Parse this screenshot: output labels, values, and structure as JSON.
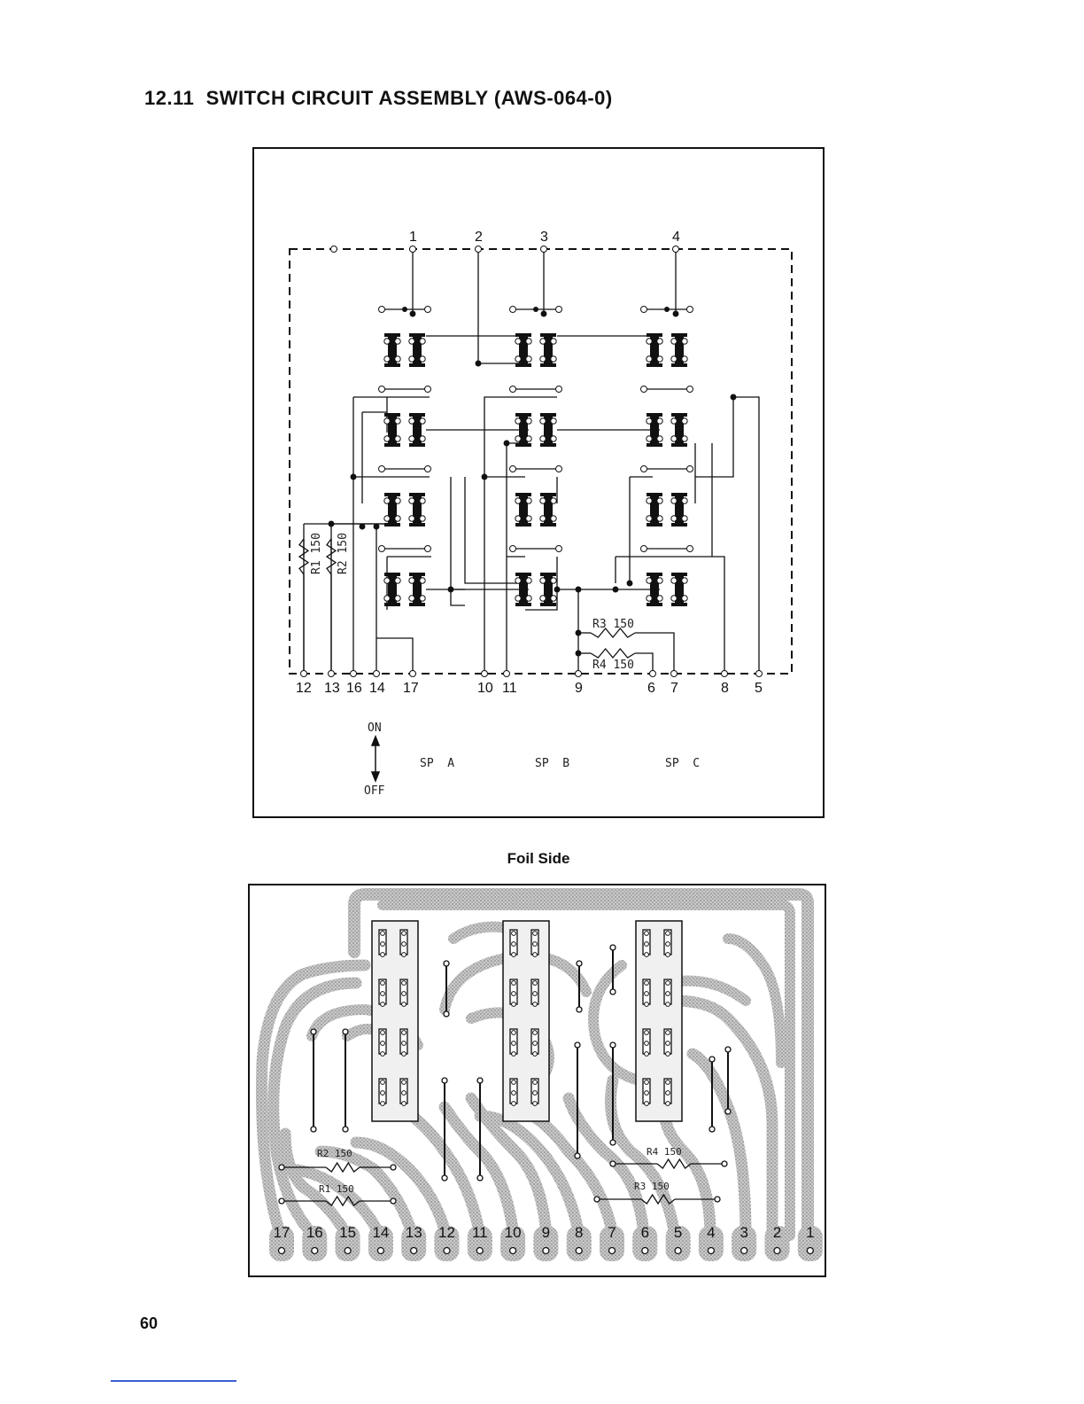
{
  "title": "12.11  SWITCH CIRCUIT ASSEMBLY (AWS-064-0)",
  "schematic": {
    "top_terminals": [
      "1",
      "2",
      "3",
      "4"
    ],
    "bottom_terminals": [
      "12",
      "13",
      "16",
      "14",
      "17",
      "10",
      "11",
      "9",
      "6",
      "7",
      "8",
      "5"
    ],
    "resistors": [
      {
        "ref": "R1",
        "value": "150"
      },
      {
        "ref": "R2",
        "value": "150"
      },
      {
        "ref": "R3",
        "value": "150"
      },
      {
        "ref": "R4",
        "value": "150"
      }
    ],
    "switch_on_label": "ON",
    "switch_off_label": "OFF",
    "speaker_labels": [
      "SP  A",
      "SP  B",
      "SP  C"
    ]
  },
  "foil_caption": "Foil Side",
  "foil": {
    "pad_numbers": [
      "17",
      "16",
      "15",
      "14",
      "13",
      "12",
      "11",
      "10",
      "9",
      "8",
      "7",
      "6",
      "5",
      "4",
      "3",
      "2",
      "1"
    ],
    "resistor_labels": [
      "R2 150",
      "R1 150",
      "R4 150",
      "R3 150"
    ]
  },
  "page_number": "60"
}
